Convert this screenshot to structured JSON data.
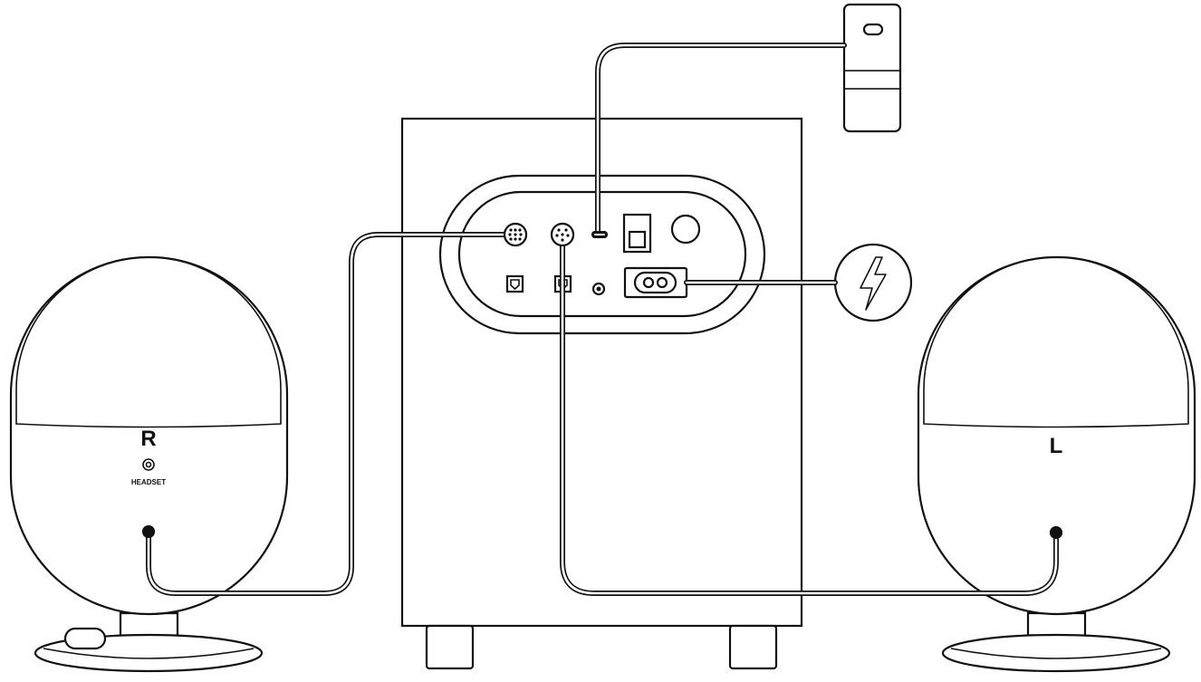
{
  "labels": {
    "right_speaker": "R",
    "left_speaker": "L",
    "headset_port": "HEADSET"
  },
  "icons": [
    "power-lightning-icon",
    "headset-jack-icon",
    "din-connector-icon",
    "optical-input-icon",
    "usb-c-port-icon",
    "power-switch-icon",
    "volume-knob-icon",
    "ac-power-inlet-icon"
  ],
  "colors": {
    "line": "#111111",
    "background": "#ffffff"
  }
}
